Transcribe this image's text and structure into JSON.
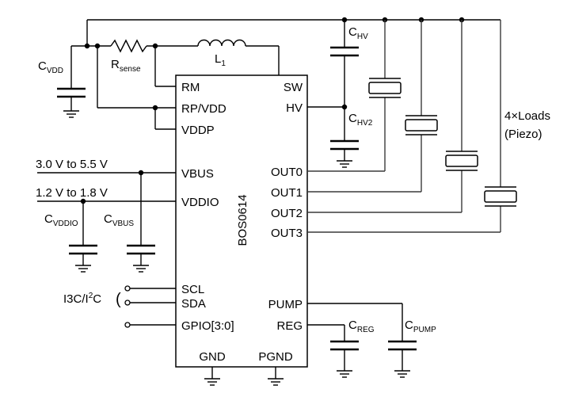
{
  "chip": {
    "name": "BOS0614"
  },
  "pins": {
    "left": [
      "RM",
      "RP/VDD",
      "VDDP",
      "VBUS",
      "VDDIO",
      "SCL",
      "SDA",
      "GPIO[3:0]"
    ],
    "right": [
      "SW",
      "HV",
      "OUT0",
      "OUT1",
      "OUT2",
      "OUT3",
      "PUMP",
      "REG"
    ],
    "bottom": [
      "GND",
      "PGND"
    ]
  },
  "supplies": {
    "vbus": "3.0 V to 5.5 V",
    "vddio": "1.2 V to 1.8 V"
  },
  "components": {
    "c_vdd": {
      "main": "C",
      "sub": "VDD"
    },
    "r_sense": {
      "main": "R",
      "sub": "sense"
    },
    "l1": {
      "main": "L",
      "sub": "1"
    },
    "c_hv": {
      "main": "C",
      "sub": "HV"
    },
    "c_hv2": {
      "main": "C",
      "sub": "HV2"
    },
    "c_vddio": {
      "main": "C",
      "sub": "VDDIO"
    },
    "c_vbus": {
      "main": "C",
      "sub": "VBUS"
    },
    "c_reg": {
      "main": "C",
      "sub": "REG"
    },
    "c_pump": {
      "main": "C",
      "sub": "PUMP"
    }
  },
  "bus": {
    "main": "I3C/I",
    "sup": "2",
    "tail": "C",
    "bracket": "("
  },
  "loads": {
    "line1": "4×Loads",
    "line2": "(Piezo)"
  }
}
